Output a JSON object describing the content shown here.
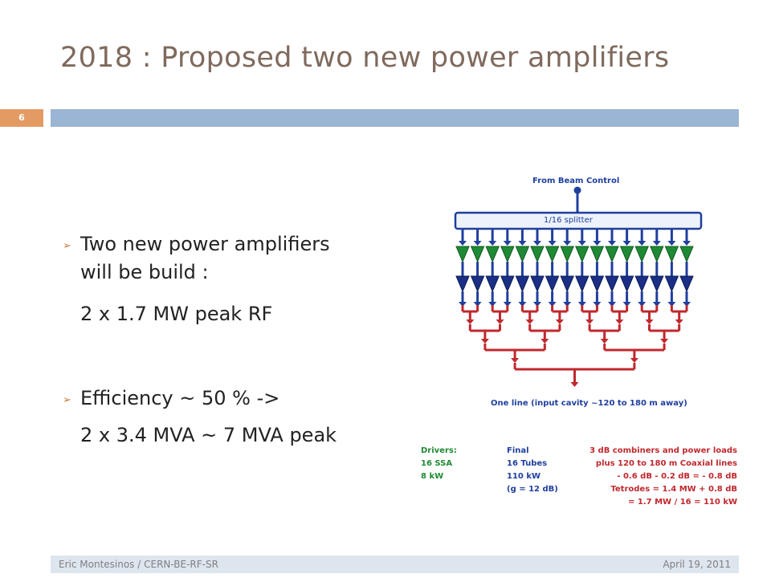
{
  "slide": {
    "title": "2018 : Proposed two new power amplifiers",
    "number": "6",
    "bullets": [
      {
        "text": "Two new power amplifiers",
        "cont": "will be build :",
        "sub": "2 x 1.7 MW peak RF"
      },
      {
        "text": "Efficiency ~ 50 % ->",
        "sub": "2 x 3.4 MVA ~ 7 MVA peak"
      }
    ]
  },
  "diagram": {
    "top_label": "From Beam Control",
    "splitter_label": "1/16 splitter",
    "bottom_label": "One line (input cavity ~120 to 180 m away)",
    "drivers": [
      "Drivers:",
      "16 SSA",
      "8 kW"
    ],
    "final": [
      "Final",
      "16 Tubes",
      "110 kW",
      "(g = 12 dB)"
    ],
    "combiners": [
      "3 dB combiners and power loads",
      "plus 120 to 180 m Coaxial lines",
      "- 0.6 dB - 0.2 dB = - 0.8 dB",
      "Tetrodes = 1.4 MW + 0.8 dB",
      "= 1.7 MW / 16 = 110 kW"
    ],
    "colors": {
      "blue": "#1f3f9e",
      "green": "#1f8a34",
      "red": "#c0282d"
    }
  },
  "footer": {
    "left": "Eric Montesinos / CERN-BE-RF-SR",
    "right": "April 19, 2011"
  }
}
